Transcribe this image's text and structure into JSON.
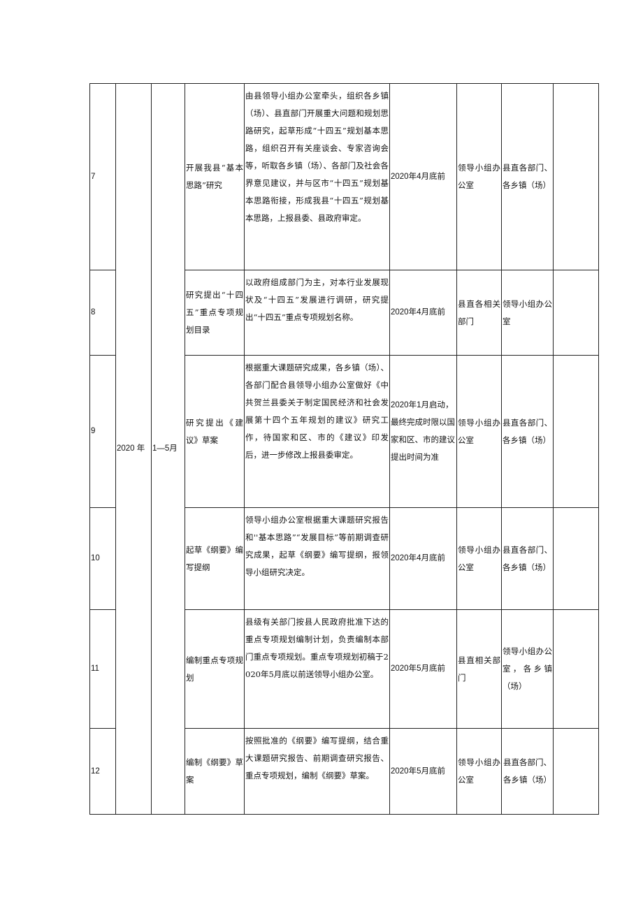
{
  "stage": {
    "year": "2020 年",
    "months": "1—5月"
  },
  "rows": [
    {
      "no": "7",
      "task": "开展我县“基本思路”研究",
      "content": "由县领导小组办公室牵头，组织各乡镇（场）、县直部门开展重大问题和规划思路研究，起草形成“十四五”规划基本思路，组织召开有关座谈会、专家咨询会等，听取各乡镇（场）、各部门及社会各界意见建议，并与区市“十四五”规划基本思路衔接，形成我县“十四五”规划基本思路，上报县委、县政府审定。",
      "time": "2020年4月底前",
      "lead": "领导小组办公室",
      "coop": "县直各部门、各乡镇（场）",
      "note": ""
    },
    {
      "no": "8",
      "task": "研究提出“十四五”重点专项规划目录",
      "content": "以政府组成部门为主，对本行业发展现状及“十四五”发展进行调研，研究提出“十四五”重点专项规划名称。",
      "time": "2020年4月底前",
      "lead": "县直各相关部门",
      "coop": "领导小组办公室",
      "note": ""
    },
    {
      "no": "9",
      "task": "研究提出《建议》草案",
      "content": "根据重大课题研究成果，各乡镇（场）、各部门配合县领导小组办公室做好《中共贺兰县委关于制定国民经济和社会发展第十四个五年规划的建议》研究工作，待国家和区、市的《建议》印发后，进一步修改上报县委审定。",
      "time": "2020年1月启动，最终完成时限以国家和区、市的建议提出时间为准",
      "lead": "领导小组办公室",
      "coop": "县直各部门、各乡镇（场）",
      "note": ""
    },
    {
      "no": "10",
      "task": "起草《纲要》编写提纲",
      "content": "领导小组办公室根据重大课题研究报告和''基本思路”“发展目标”等前期调查研究成果，起草《纲要》编写提纲，报领导小组研究决定。",
      "time": "2020年4月底前",
      "lead": "领导小组办公室",
      "coop": "县直各部门、各乡镇（场）",
      "note": ""
    },
    {
      "no": "11",
      "task": "编制重点专项规划",
      "content": "县级有关部门按县人民政府批准下达的重点专项规划编制计划，负责编制本部门重点专项规划。重点专项规划初稿于2020年5月底以前送领导小组办公室。",
      "time": "2020年5月底前",
      "lead": "县直相关部门",
      "coop": "领导小组办公室，各乡镇（场）",
      "note": ""
    },
    {
      "no": "12",
      "task": "编制《纲要》草案",
      "content": "按照批准的《纲要》编写提纲，结合重大课题研究报告、前期调查研究报告、重点专项规划，编制《纲要》草案。",
      "time": "2020年5月底前",
      "lead": "领导小组办公室",
      "coop": "县直各部门、各乡镇（场）",
      "note": ""
    }
  ]
}
